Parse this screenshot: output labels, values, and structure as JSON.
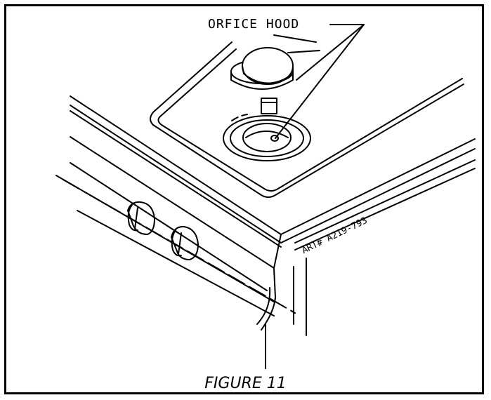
{
  "diagram": {
    "callout_label": "ORFICE HOOD",
    "art_number": "ART# A219-793",
    "figure_caption": "FIGURE 11"
  },
  "colors": {
    "ink": "#000000",
    "paper": "#ffffff"
  }
}
